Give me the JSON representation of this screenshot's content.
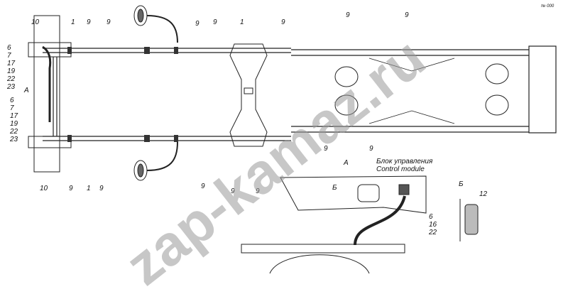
{
  "diagram": {
    "label_numbers": [
      "1",
      "6",
      "7",
      "9",
      "10",
      "12",
      "16",
      "17",
      "19",
      "22",
      "23"
    ],
    "callout_left_stack_top": [
      "6",
      "7",
      "17",
      "19",
      "22",
      "23"
    ],
    "callout_left_stack_mid": [
      "6",
      "7",
      "17",
      "19",
      "22",
      "23"
    ],
    "callout_bottom_right": [
      "6",
      "16",
      "22"
    ],
    "view_letters": {
      "a": "A",
      "b": "Б"
    },
    "control_module_ru": "Блок управления",
    "control_module_en": "Control module",
    "watermark": "zap-kamaz.ru",
    "corner_note": "№ 000"
  }
}
